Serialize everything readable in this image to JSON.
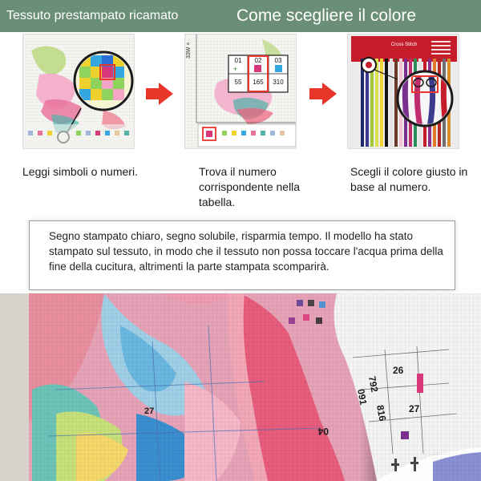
{
  "header": {
    "left_title": "Tessuto prestampato ricamato",
    "right_title": "Come scegliere il colore"
  },
  "steps": [
    {
      "caption": "Leggi simboli o numeri."
    },
    {
      "caption": "Trova il numero corrispondente nella tabella."
    },
    {
      "caption": "Scegli il colore giusto in base al numero."
    }
  ],
  "chart_numbers": [
    "01",
    "02",
    "03",
    "55",
    "165",
    "310"
  ],
  "thread_card_label": "Cross Stitch",
  "notice": {
    "text": "Segno stampato chiaro, segno solubile, risparmia tempo. Il modello ha stato stampato sul tessuto, in modo che il tessuto non possa toccare l'acqua prima della fine della cucitura, altrimenti la parte stampata scomparirà."
  },
  "photo_numbers": [
    "26",
    "792",
    "816",
    "27",
    "04",
    "091"
  ],
  "colors": {
    "header_bg": "#6b8f76",
    "arrow": "#e8362b"
  }
}
